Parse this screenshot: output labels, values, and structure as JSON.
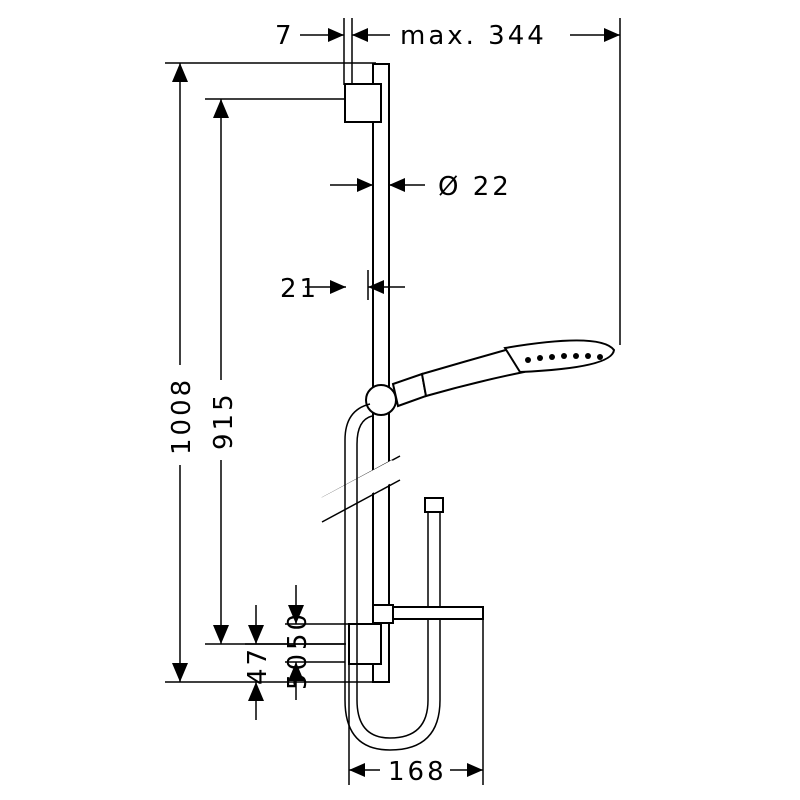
{
  "dimensions": {
    "offset_top": "7",
    "max_reach": "max. 344",
    "rail_diameter": "Ø 22",
    "rail_offset": "21",
    "total_height": "1008",
    "rail_length": "915",
    "lower_50": "50",
    "lower_47": "47",
    "shelf_width": "168"
  },
  "colors": {
    "line": "#000000",
    "background": "#ffffff",
    "showerhead_dots": "#000000"
  }
}
